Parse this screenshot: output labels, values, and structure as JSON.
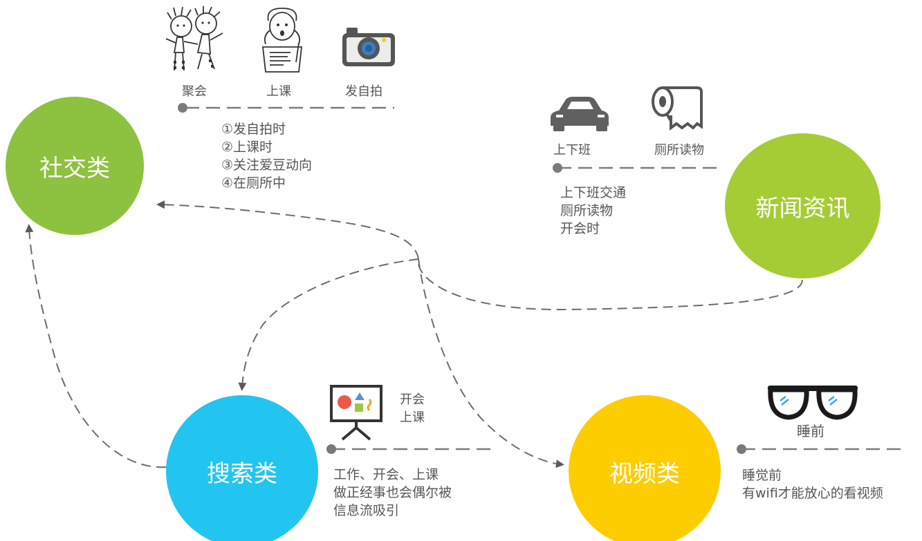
{
  "nodes": {
    "social": {
      "label": "社交类",
      "color": "#8cc23f"
    },
    "news": {
      "label": "新闻资讯",
      "color": "#a6cc35"
    },
    "search": {
      "label": "搜索类",
      "color": "#22c5ef"
    },
    "video": {
      "label": "视频类",
      "color": "#fdcd00"
    }
  },
  "social_icons": {
    "party": "聚会",
    "class": "上课",
    "selfie": "发自拍"
  },
  "social_notes": [
    "①发自拍时",
    "②上课时",
    "③关注爱豆动向",
    "④在厕所中"
  ],
  "news_icons": {
    "commute": "上下班",
    "toilet": "厕所读物"
  },
  "news_notes": [
    "上下班交通",
    "厕所读物",
    "开会时"
  ],
  "search_icon_labels": [
    "开会",
    "上课"
  ],
  "search_notes": [
    "工作、开会、上课",
    "做正经事也会偶尔被",
    "信息流吸引"
  ],
  "video_icon_label": "睡前",
  "video_notes": [
    "睡觉前",
    "有wifi才能放心的看视频"
  ],
  "icons": [
    "kids-icon",
    "student-icon",
    "camera-icon",
    "car-icon",
    "toilet-paper-icon",
    "presentation-board-icon",
    "glasses-icon"
  ]
}
